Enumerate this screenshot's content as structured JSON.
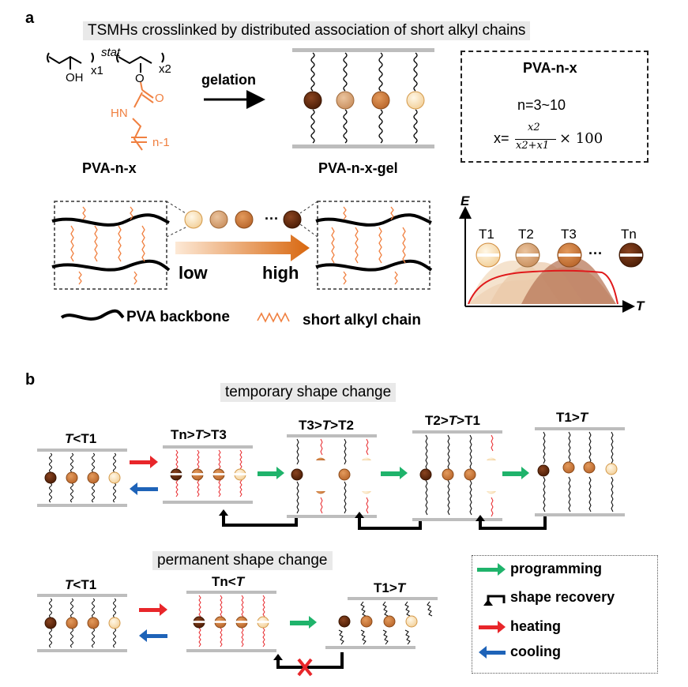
{
  "panel_a": {
    "label": "a",
    "title": "TSMHs crosslinked by distributed association of short alkyl chains",
    "monomer": {
      "x1": "x1",
      "x2": "x2",
      "stat": "stat",
      "oh": "OH",
      "o": "O",
      "hn": "HN",
      "o2": "O",
      "n1": "n-1"
    },
    "polymer_name": "PVA-n-x",
    "gelation_label": "gelation",
    "gel_name": "PVA-n-x-gel",
    "box": {
      "title": "PVA-n-x",
      "n_range": "n=3~10",
      "x_def_prefix": "x=",
      "x_num": "x2",
      "x_den": "x2+x1",
      "x_mult": "× 100"
    },
    "low_label": "low",
    "high_label": "high",
    "legend_backbone": "PVA backbone",
    "legend_alkyl": "short alkyl chain",
    "energy_axis": "E",
    "temp_axis": "T",
    "temps": [
      "T1",
      "T2",
      "T3",
      "Tn"
    ],
    "ellipsis": "···"
  },
  "panel_b": {
    "label": "b",
    "temporary_title": "temporary shape change",
    "permanent_title": "permanent shape change",
    "temporary_states": [
      {
        "pre": "",
        "T": "T",
        "post": "<T1"
      },
      {
        "pre": "Tn>",
        "T": "T",
        "post": ">T3"
      },
      {
        "pre": "T3>",
        "T": "T",
        "post": ">T2"
      },
      {
        "pre": "T2>",
        "T": "T",
        "post": ">T1"
      },
      {
        "pre": "T1>",
        "T": "T",
        "post": ""
      }
    ],
    "permanent_states": [
      {
        "pre": "",
        "T": "T",
        "post": "<T1"
      },
      {
        "pre": "Tn<",
        "T": "T",
        "post": ""
      },
      {
        "pre": "T1>",
        "T": "T",
        "post": ""
      }
    ],
    "legend": {
      "programming": "programming",
      "shape_recovery": "shape recovery",
      "heating": "heating",
      "cooling": "cooling"
    }
  },
  "colors": {
    "orange": "#f08040",
    "green": "#1fb36b",
    "red": "#e8262a",
    "blue": "#1e63b8",
    "bead_dark": "#6b2c0b",
    "bead_mid": "#c87a3c",
    "bead_light": "#d9a87a",
    "bead_pale": "#fbe6c3"
  }
}
